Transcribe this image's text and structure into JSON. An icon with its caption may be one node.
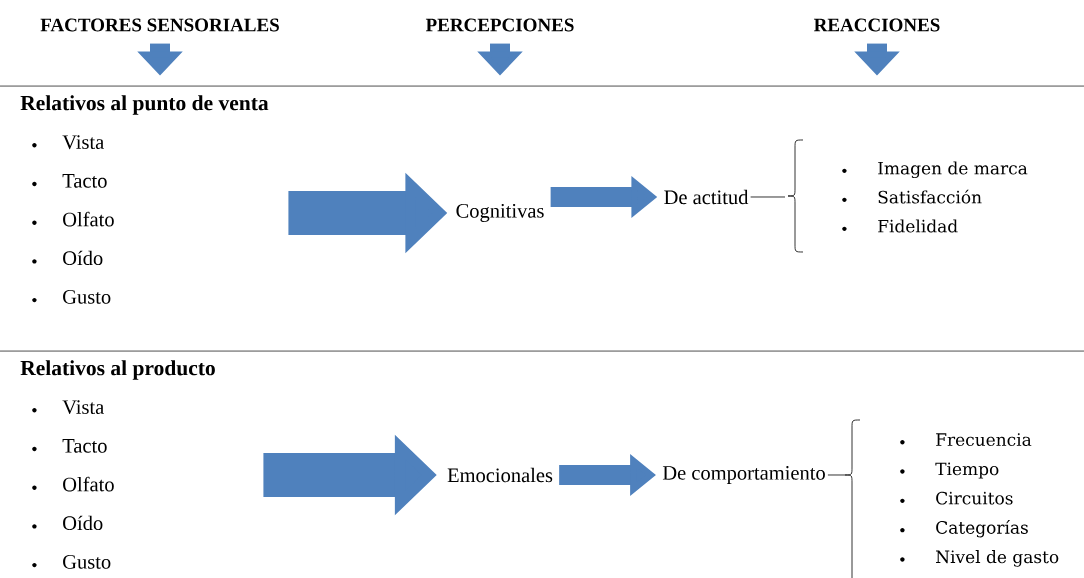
{
  "diagram": {
    "nodes": [
      {
        "text": [
          "FACTORES SENSORIALES"
        ]
      },
      {
        "text": [
          "PERCEPCIONES"
        ]
      },
      {
        "text": [
          "REACCIONES"
        ]
      },
      {
        "text": [
          "Relativos al punto de venta",
          "Vista",
          "Tacto",
          "Olfato",
          "Oído",
          "Gusto"
        ]
      },
      {
        "text": [
          "Cognitivas"
        ]
      },
      {
        "text": [
          "De actitud"
        ]
      },
      {
        "text": [
          "Imagen de marca",
          "Satisfacción",
          "Fidelidad"
        ]
      },
      {
        "text": [
          "Relativos al producto",
          "Vista",
          "Tacto",
          "Olfato",
          "Oído",
          "Gusto"
        ]
      },
      {
        "text": [
          "Emocionales"
        ]
      },
      {
        "text": [
          "De comportamiento"
        ]
      },
      {
        "text": [
          "Frecuencia",
          "Tiempo",
          "Circuitos",
          "Categorías",
          "Nivel de gasto"
        ]
      }
    ],
    "edges": [
      {
        "from": 0,
        "to": null,
        "arrow": "to"
      },
      {
        "from": 1,
        "to": null,
        "arrow": "to"
      },
      {
        "from": 2,
        "to": null,
        "arrow": "to"
      },
      {
        "from": 3,
        "to": 4,
        "arrow": "to",
        "style": "thick"
      },
      {
        "from": 4,
        "to": 5,
        "arrow": "to"
      },
      {
        "from": 5,
        "to": 6,
        "arrow": "none",
        "color": "#000000"
      },
      {
        "from": 7,
        "to": 8,
        "arrow": "to",
        "style": "thick"
      },
      {
        "from": 8,
        "to": 9,
        "arrow": "to"
      },
      {
        "from": 9,
        "to": 10,
        "arrow": "none",
        "color": "#000000"
      }
    ]
  }
}
